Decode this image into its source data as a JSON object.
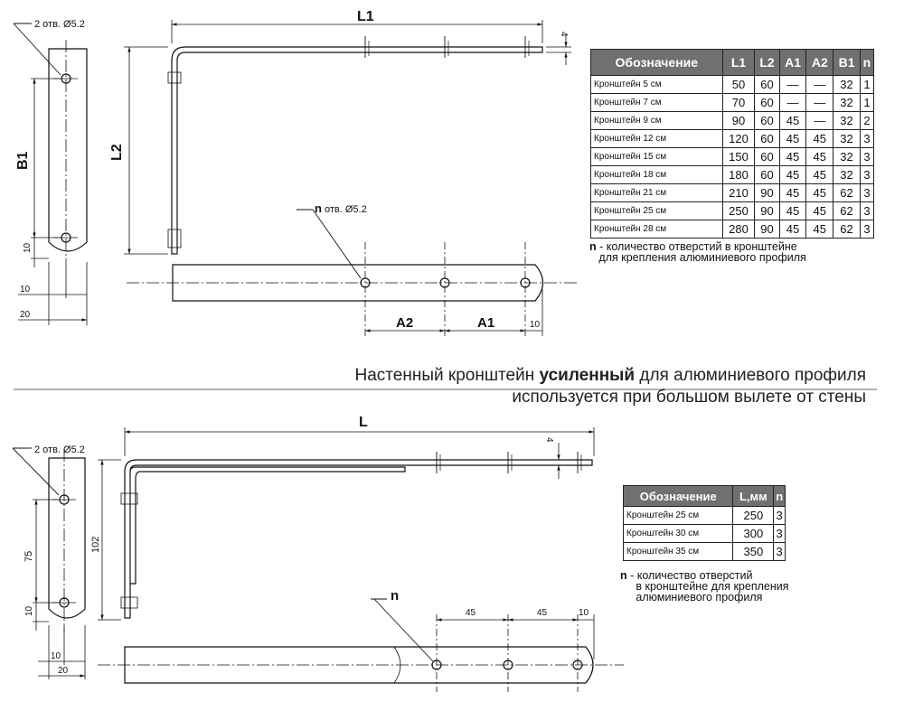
{
  "section1": {
    "dims": {
      "L1": "L1",
      "L2": "L2",
      "B1": "B1",
      "A1": "A1",
      "A2": "A2",
      "d4": "4",
      "d10a": "10",
      "d10b": "10",
      "d20": "20",
      "d10c": "10"
    },
    "hole_label": "2 отв. Ø5.2",
    "n_label_bold": "n",
    "n_label_rest": " отв. Ø5.2"
  },
  "table1": {
    "headers": [
      "Обозначение",
      "L1",
      "L2",
      "A1",
      "A2",
      "B1",
      "n"
    ],
    "rows": [
      [
        "Кронштейн 5 см",
        "50",
        "60",
        "—",
        "—",
        "32",
        "1"
      ],
      [
        "Кронштейн 7 см",
        "70",
        "60",
        "—",
        "—",
        "32",
        "1"
      ],
      [
        "Кронштейн 9 см",
        "90",
        "60",
        "45",
        "—",
        "32",
        "2"
      ],
      [
        "Кронштейн 12 см",
        "120",
        "60",
        "45",
        "45",
        "32",
        "3"
      ],
      [
        "Кронштейн 15 см",
        "150",
        "60",
        "45",
        "45",
        "32",
        "3"
      ],
      [
        "Кронштейн 18 см",
        "180",
        "60",
        "45",
        "45",
        "32",
        "3"
      ],
      [
        "Кронштейн 21 см",
        "210",
        "90",
        "45",
        "45",
        "62",
        "3"
      ],
      [
        "Кронштейн 25 см",
        "250",
        "90",
        "45",
        "45",
        "62",
        "3"
      ],
      [
        "Кронштейн 28 см",
        "280",
        "90",
        "45",
        "45",
        "62",
        "3"
      ]
    ]
  },
  "note1": {
    "n": "n",
    "text": " - количество отверстий в кронштейне\n   для крепления алюминиевого профиля"
  },
  "headline": {
    "line1_pre": "Настенный кронштейн ",
    "line1_bold": "усиленный",
    "line1_post": " для алюминиевого профиля",
    "line2": "используется при большом вылете от стены"
  },
  "section2": {
    "dims": {
      "L": "L",
      "d75": "75",
      "d102": "102",
      "d10a": "10",
      "d10b": "10",
      "d20": "20",
      "d45a": "45",
      "d45b": "45",
      "d10c": "10",
      "d4": "4"
    },
    "hole_label": "2 отв. Ø5.2",
    "n_label": "n"
  },
  "table2": {
    "headers": [
      "Обозначение",
      "L,мм",
      "n"
    ],
    "rows": [
      [
        "Кронштейн 25 см",
        "250",
        "3"
      ],
      [
        "Кронштейн 30 см",
        "300",
        "3"
      ],
      [
        "Кронштейн 35 см",
        "350",
        "3"
      ]
    ]
  },
  "note2": {
    "n": "n",
    "text": " - количество отверстий\n     в кронштейне для крепления\n     алюминиевого профиля"
  }
}
